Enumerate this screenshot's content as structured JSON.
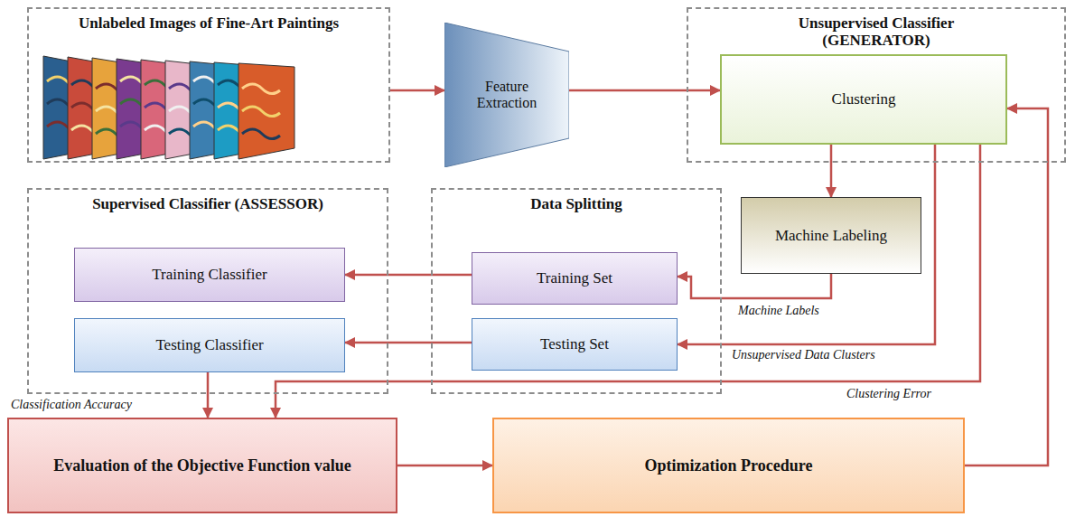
{
  "diagram": {
    "nodes": [
      {
        "text": [
          "Unlabeled Images of Fine-Art Paintings"
        ]
      },
      {
        "text": [
          "Feature Extraction"
        ]
      },
      {
        "text": [
          "Unsupervised Classifier (GENERATOR)"
        ]
      },
      {
        "text": [
          "Clustering"
        ],
        "in": 2
      },
      {
        "text": [
          "Supervised Classifier (ASSESSOR)"
        ]
      },
      {
        "text": [
          "Training Classifier"
        ],
        "in": 4
      },
      {
        "text": [
          "Testing Classifier"
        ],
        "in": 4
      },
      {
        "text": [
          "Data Splitting"
        ]
      },
      {
        "text": [
          "Training Set"
        ],
        "in": 7
      },
      {
        "text": [
          "Testing Set"
        ],
        "in": 7
      },
      {
        "text": [
          "Machine Labeling"
        ]
      },
      {
        "text": [
          "Evaluation of the Objective Function value"
        ]
      },
      {
        "text": [
          "Optimization Procedure"
        ]
      }
    ],
    "edges": [
      {
        "from": 0,
        "to": 1,
        "arrow": "to"
      },
      {
        "from": 1,
        "to": 3,
        "arrow": "to"
      },
      {
        "from": 3,
        "to": 10,
        "arrow": "to"
      },
      {
        "from": 10,
        "to": 8,
        "label": "Machine Labels",
        "arrow": "to"
      },
      {
        "from": 3,
        "to": 9,
        "label": "Unsupervised Data Clusters",
        "arrow": "to"
      },
      {
        "from": 8,
        "to": 5,
        "arrow": "to"
      },
      {
        "from": 9,
        "to": 6,
        "arrow": "to"
      },
      {
        "from": 6,
        "to": 11,
        "label": "Classification Accuracy",
        "arrow": "to"
      },
      {
        "from": 3,
        "to": 11,
        "label": "Clustering Error",
        "arrow": "to"
      },
      {
        "from": 11,
        "to": 12,
        "arrow": "to"
      },
      {
        "from": 12,
        "to": 3,
        "arrow": "to"
      }
    ]
  }
}
